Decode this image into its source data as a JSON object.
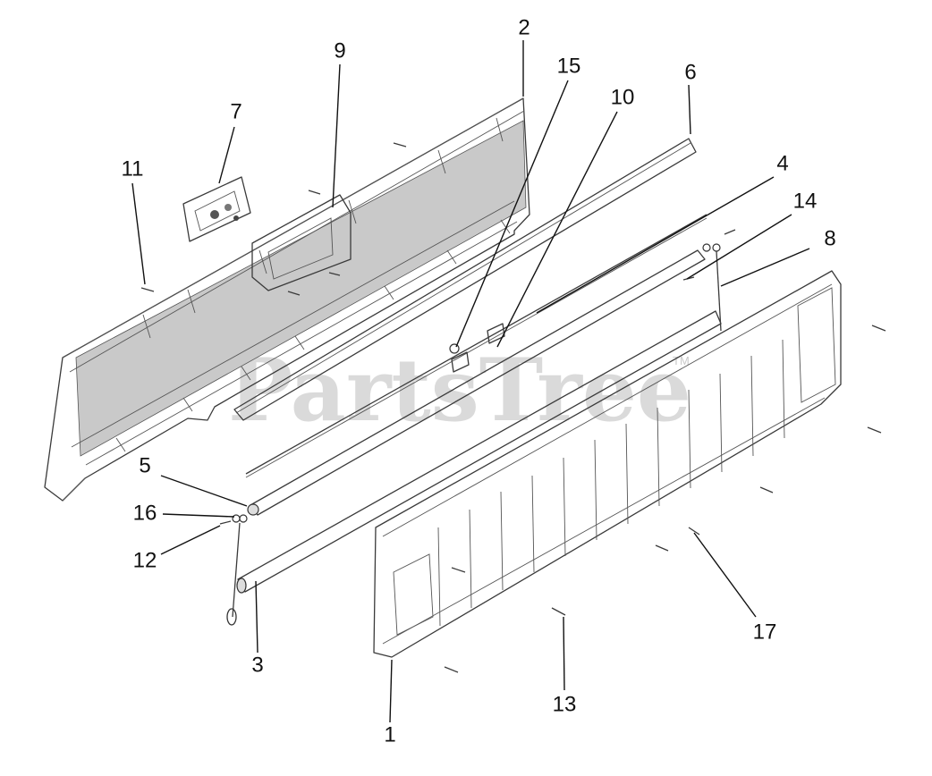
{
  "diagram": {
    "watermark_text": "PartsTree",
    "watermark_trademark": "TM",
    "callouts": [
      {
        "id": "c1",
        "label": "1"
      },
      {
        "id": "c2",
        "label": "2"
      },
      {
        "id": "c3",
        "label": "3"
      },
      {
        "id": "c4",
        "label": "4"
      },
      {
        "id": "c5",
        "label": "5"
      },
      {
        "id": "c6",
        "label": "6"
      },
      {
        "id": "c7",
        "label": "7"
      },
      {
        "id": "c8",
        "label": "8"
      },
      {
        "id": "c9",
        "label": "9"
      },
      {
        "id": "c10",
        "label": "10"
      },
      {
        "id": "c11",
        "label": "11"
      },
      {
        "id": "c12",
        "label": "12"
      },
      {
        "id": "c13",
        "label": "13"
      },
      {
        "id": "c14",
        "label": "14"
      },
      {
        "id": "c15",
        "label": "15"
      },
      {
        "id": "c16",
        "label": "16"
      },
      {
        "id": "c17",
        "label": "17"
      }
    ]
  }
}
